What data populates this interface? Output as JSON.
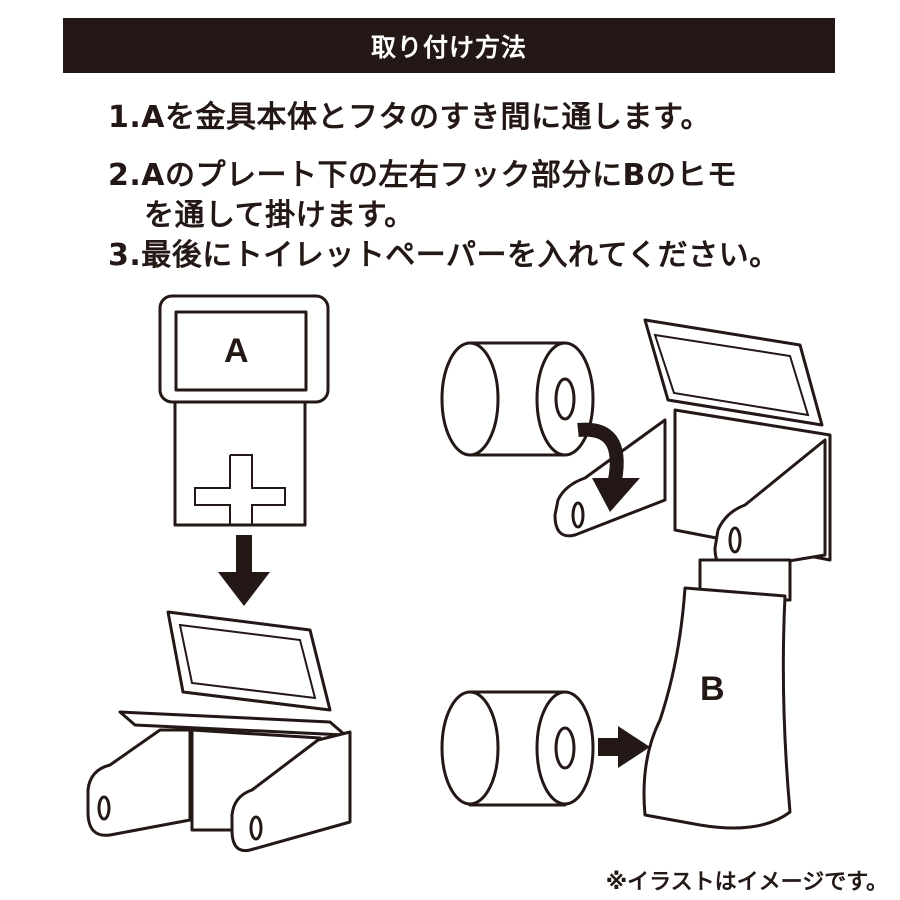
{
  "header": {
    "title": "取り付け方法"
  },
  "steps": [
    {
      "line1": "1.Aを金具本体とフタのすき間に通します。"
    },
    {
      "line1": "2.Aのプレート下の左右フック部分にBのヒモ",
      "line2": "を通して掛けます。"
    },
    {
      "line1": "3.最後にトイレットペーパーを入れてください。"
    }
  ],
  "illustration": {
    "part_a_label": "A",
    "part_b_label": "B"
  },
  "note": "※イラストはイメージです。",
  "colors": {
    "ink": "#231815",
    "background": "#ffffff"
  }
}
